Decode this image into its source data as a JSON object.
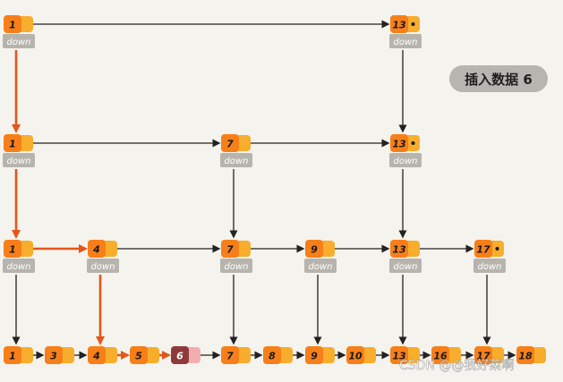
{
  "title": "插入数据 6",
  "watermark": "CSDN @@我好菜啊",
  "down_label": "down",
  "colors": {
    "background": "#f4f3ee",
    "node_key": "#f77f1a",
    "node_ptr": "#f8ad2c",
    "down_box": "#b7b4ad",
    "arrow": "#222222",
    "search_path": "#e2571b",
    "new_key": "#8e3a3a",
    "new_ptr": "#f1aeae",
    "title_badge": "#b6b5b0"
  },
  "levels": [
    {
      "name": "level-3",
      "keys": [
        "1",
        "13"
      ],
      "tail_dot_after": "13"
    },
    {
      "name": "level-2",
      "keys": [
        "1",
        "7",
        "13"
      ],
      "tail_dot_after": "13"
    },
    {
      "name": "level-1",
      "keys": [
        "1",
        "4",
        "7",
        "9",
        "13",
        "17"
      ],
      "tail_dot_after": "17"
    },
    {
      "name": "level-0",
      "keys": [
        "1",
        "3",
        "4",
        "5",
        "6",
        "7",
        "8",
        "9",
        "10",
        "13",
        "16",
        "17",
        "18"
      ]
    }
  ],
  "inserted_key": "6",
  "search_path": [
    "level-3:1",
    "level-2:1",
    "level-1:1",
    "level-1:4",
    "level-0:4",
    "level-0:5",
    "level-0:6"
  ]
}
